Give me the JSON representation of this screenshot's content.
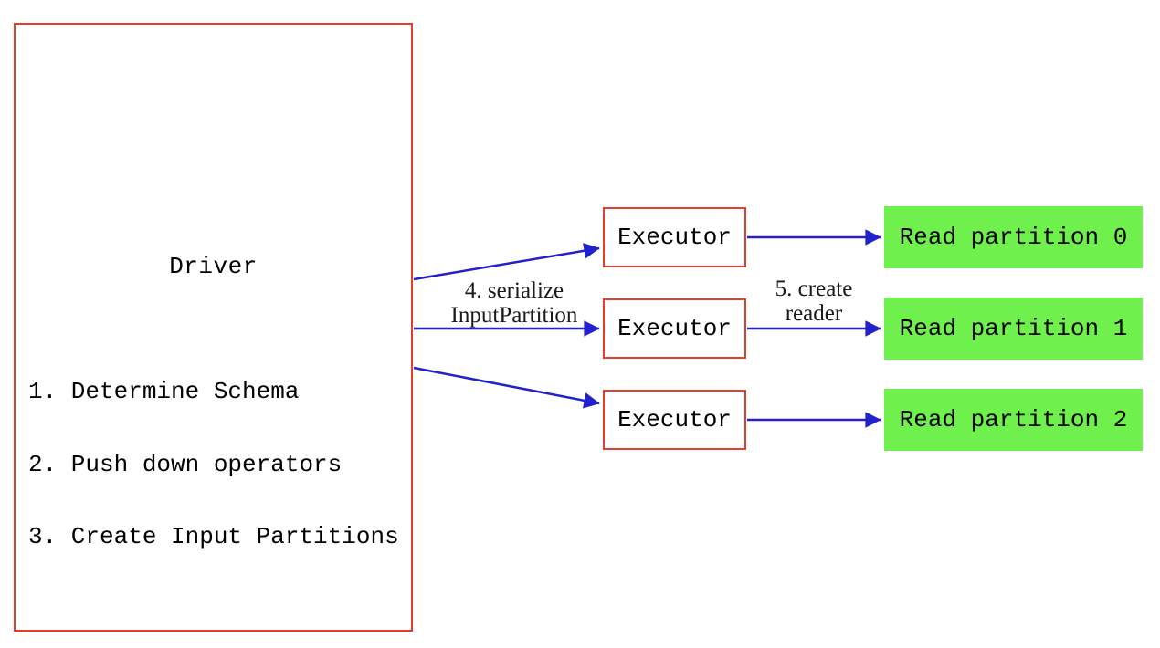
{
  "driver": {
    "title": "Driver",
    "steps": [
      "1. Determine Schema",
      "2. Push down operators",
      "3. Create Input Partitions"
    ]
  },
  "executors": [
    {
      "label": "Executor"
    },
    {
      "label": "Executor"
    },
    {
      "label": "Executor"
    }
  ],
  "partitions": [
    {
      "label": "Read partition 0"
    },
    {
      "label": "Read partition 1"
    },
    {
      "label": "Read partition 2"
    }
  ],
  "annotations": {
    "serialize": {
      "line1": "4. serialize",
      "line2": "InputPartition"
    },
    "create_reader": {
      "line1": "5. create",
      "line2": "reader"
    }
  },
  "colors": {
    "box_border_red": "#e53c2c",
    "arrow_blue": "#2121cd",
    "partition_green": "#6ff04d",
    "text_black": "#000000"
  }
}
